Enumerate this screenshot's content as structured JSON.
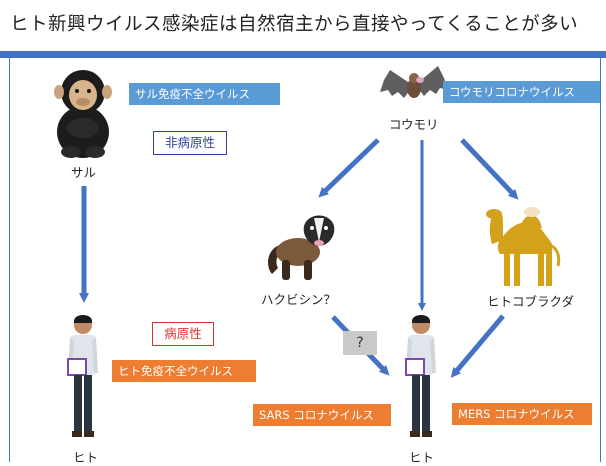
{
  "title": "ヒト新興ウイルス感染症は自然宿主から直接やってくることが多い",
  "colors": {
    "title_bar": "#4472c4",
    "arrow": "#4472c4",
    "info_box_blue": "#5b9bd5",
    "info_box_orange": "#ed7d31",
    "non_pathogenic_border": "#2f3fa0",
    "pathogenic_border": "#d9372c"
  },
  "labels": {
    "monkey": "サル",
    "bat": "コウモリ",
    "civet": "ハクビシン？",
    "camel": "ヒトコブラクダ",
    "human_left": "ヒト",
    "human_right": "ヒト",
    "question_mark": "?"
  },
  "boxes": {
    "siv": "サル免疫不全ウイルス",
    "bat_cov": "コウモリコロナウイルス",
    "non_pathogenic": "非病原性",
    "pathogenic": "病原性",
    "hiv": "ヒト免疫不全ウイルス",
    "sars": "SARS コロナウイルス",
    "mers": "MERS コロナウイルス"
  },
  "icons": [
    "chimpanzee-icon",
    "bat-icon",
    "civet-icon",
    "camel-icon",
    "human-figure-icon",
    "human-figure-icon"
  ]
}
